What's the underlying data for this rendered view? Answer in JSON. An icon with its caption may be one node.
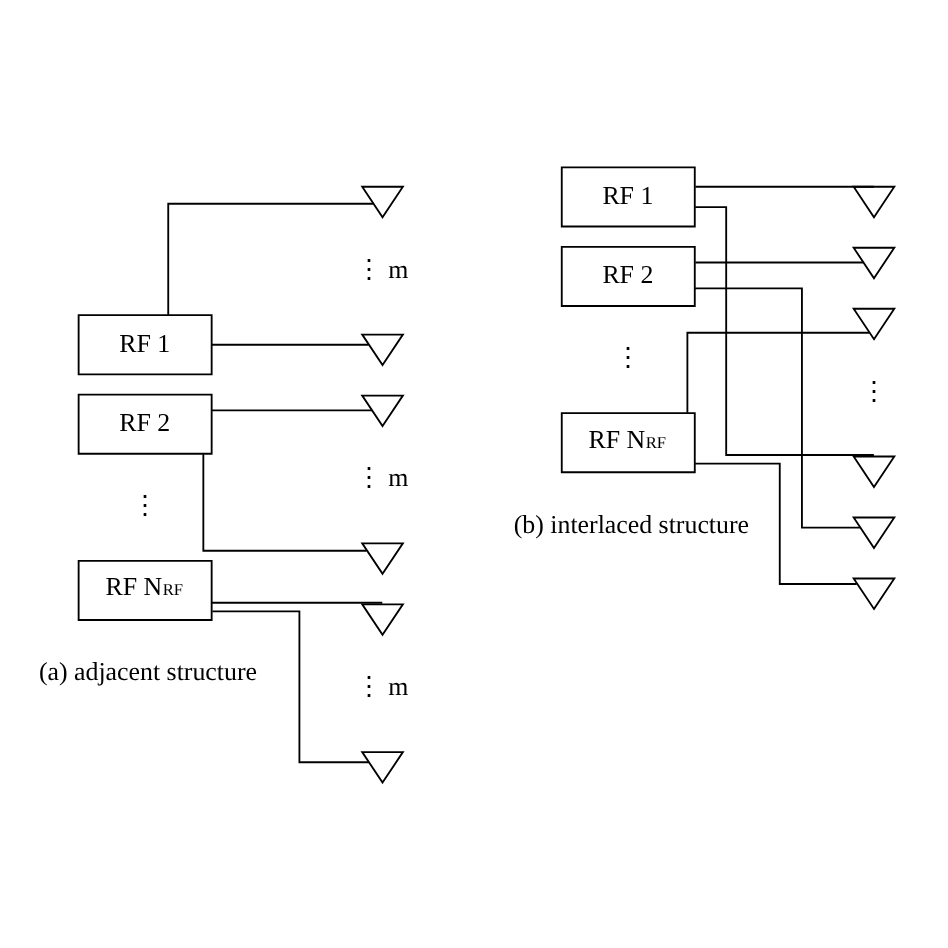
{
  "diagram": {
    "nodes": [
      {
        "text": [
          "RF 1"
        ]
      },
      {
        "text": [
          "RF 2"
        ]
      },
      {
        "text": [
          "RF N$_{RF}$"
        ]
      },
      {
        "text": [],
        "shape": "triangle"
      },
      {
        "text": [],
        "shape": "triangle"
      },
      {
        "text": [],
        "shape": "triangle"
      },
      {
        "text": [],
        "shape": "triangle"
      },
      {
        "text": [],
        "shape": "triangle"
      },
      {
        "text": [],
        "shape": "triangle"
      },
      {
        "text": [
          "RF 1"
        ]
      },
      {
        "text": [
          "RF 2"
        ]
      },
      {
        "text": [
          "RF N$_{RF}$"
        ]
      },
      {
        "text": [],
        "shape": "triangle"
      },
      {
        "text": [],
        "shape": "triangle"
      },
      {
        "text": [],
        "shape": "triangle"
      },
      {
        "text": [],
        "shape": "triangle"
      },
      {
        "text": [],
        "shape": "triangle"
      },
      {
        "text": [],
        "shape": "triangle"
      }
    ],
    "edges": [
      {
        "from": 0,
        "to": 3,
        "arrow": "none"
      },
      {
        "from": 0,
        "to": 4,
        "arrow": "none"
      },
      {
        "from": 1,
        "to": 5,
        "arrow": "none"
      },
      {
        "from": 1,
        "to": 6,
        "arrow": "none"
      },
      {
        "from": 2,
        "to": 7,
        "arrow": "none"
      },
      {
        "from": 2,
        "to": 8,
        "arrow": "none"
      },
      {
        "from": 9,
        "to": 12,
        "arrow": "none"
      },
      {
        "from": 9,
        "to": 15,
        "arrow": "none"
      },
      {
        "from": 10,
        "to": 13,
        "arrow": "none"
      },
      {
        "from": 10,
        "to": 16,
        "arrow": "none"
      },
      {
        "from": 11,
        "to": 14,
        "arrow": "none"
      },
      {
        "from": 11,
        "to": 17,
        "arrow": "none"
      }
    ],
    "labels": [
      "⋮ m",
      "⋮ m",
      "⋮",
      "⋮",
      "⋮",
      "⋮ m",
      "(a) adjacent structure",
      "(b) interlaced structure"
    ]
  }
}
